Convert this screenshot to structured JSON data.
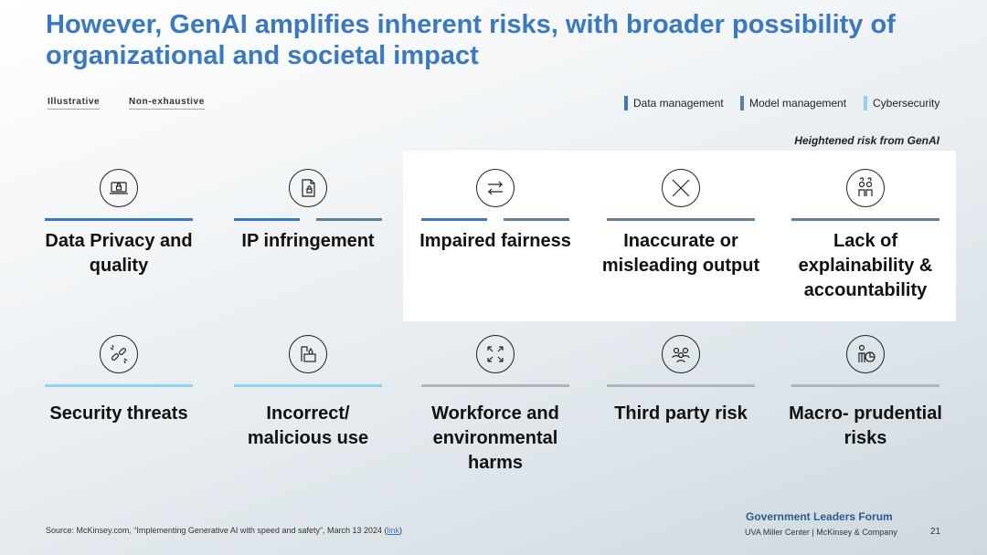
{
  "title": "However, GenAI amplifies inherent risks, with broader possibility of organizational and societal impact",
  "tags": [
    "Illustrative",
    "Non-exhaustive"
  ],
  "legend": [
    {
      "label": "Data management",
      "color": "#3a78c2"
    },
    {
      "label": "Model management",
      "color": "#5f7f9c"
    },
    {
      "label": "Cybersecurity",
      "color": "#8fd3f0"
    }
  ],
  "heightened_label": "Heightened risk from GenAI",
  "risks": [
    {
      "label": "Data Privacy and quality",
      "icon": "laptop-lock-icon"
    },
    {
      "label": "IP infringement",
      "icon": "document-lock-icon"
    },
    {
      "label": "Impaired fairness",
      "icon": "arrows-exchange-icon"
    },
    {
      "label": "Inaccurate or misleading output",
      "icon": "x-mark-icon"
    },
    {
      "label": "Lack of explainability & accountability",
      "icon": "people-question-icon"
    },
    {
      "label": "Security threats",
      "icon": "broken-link-icon"
    },
    {
      "label": "Incorrect/ malicious use",
      "icon": "box-fire-icon"
    },
    {
      "label": "Workforce and environmental harms",
      "icon": "expand-arrows-icon"
    },
    {
      "label": "Third party risk",
      "icon": "group-people-icon"
    },
    {
      "label": "Macro- prudential risks",
      "icon": "person-chart-icon"
    }
  ],
  "footer": {
    "source": "Source: McKinsey.com, “Implementing Generative AI with speed and safety”, March 13 2024 (",
    "link": "link",
    "close": ")",
    "brand": "Government Leaders Forum",
    "sub": "UVA Miller Center | McKinsey & Company",
    "page": "21"
  }
}
